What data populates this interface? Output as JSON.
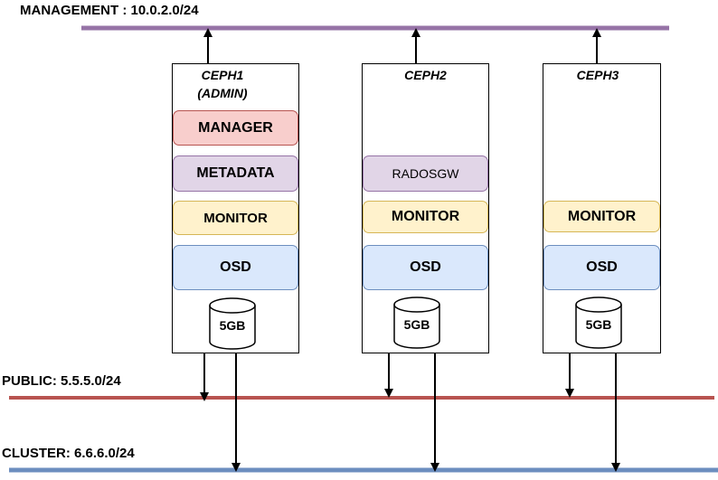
{
  "networks": {
    "management": {
      "label": "MANAGEMENT : 10.0.2.0/24",
      "color": "#9673a6"
    },
    "public": {
      "label": "PUBLIC: 5.5.5.0/24",
      "color": "#b85450"
    },
    "cluster": {
      "label": "CLUSTER: 6.6.6.0/24",
      "color": "#6c8ebf"
    }
  },
  "nodes": [
    {
      "title_line1": "CEPH1",
      "title_line2": "(ADMIN)",
      "services": {
        "manager": "MANAGER",
        "metadata": "METADATA",
        "monitor": "MONITOR",
        "osd": "OSD"
      },
      "disk": "5GB"
    },
    {
      "title_line1": "CEPH2",
      "services": {
        "radosgw": "RADOSGW",
        "monitor": "MONITOR",
        "osd": "OSD"
      },
      "disk": "5GB"
    },
    {
      "title_line1": "CEPH3",
      "services": {
        "monitor": "MONITOR",
        "osd": "OSD"
      },
      "disk": "5GB"
    }
  ]
}
